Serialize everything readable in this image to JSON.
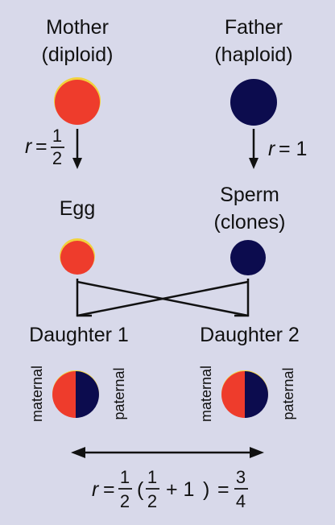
{
  "mother": {
    "line1": "Mother",
    "line2": "(diploid)"
  },
  "father": {
    "line1": "Father",
    "line2": "(haploid)"
  },
  "egg": {
    "label": "Egg"
  },
  "sperm": {
    "line1": "Sperm",
    "line2": "(clones)"
  },
  "daughter1": {
    "label": "Daughter 1",
    "left_half": "maternal",
    "right_half": "paternal"
  },
  "daughter2": {
    "label": "Daughter 2",
    "left_half": "maternal",
    "right_half": "paternal"
  },
  "r_mother": {
    "var": "r",
    "eq": "=",
    "num": "1",
    "den": "2"
  },
  "r_father": {
    "var": "r",
    "eq": "= 1"
  },
  "formula": {
    "var": "r",
    "eq1": "=",
    "f1_num": "1",
    "f1_den": "2",
    "open": "(",
    "f2_num": "1",
    "f2_den": "2",
    "plus": "+ 1",
    "close": ")",
    "eq2": "=",
    "f3_num": "3",
    "f3_den": "4"
  },
  "colors": {
    "background": "#d8d9ea",
    "maternal": "#ee3c2c",
    "paternal": "#0c0c4e",
    "rim": "#f2d23c"
  }
}
